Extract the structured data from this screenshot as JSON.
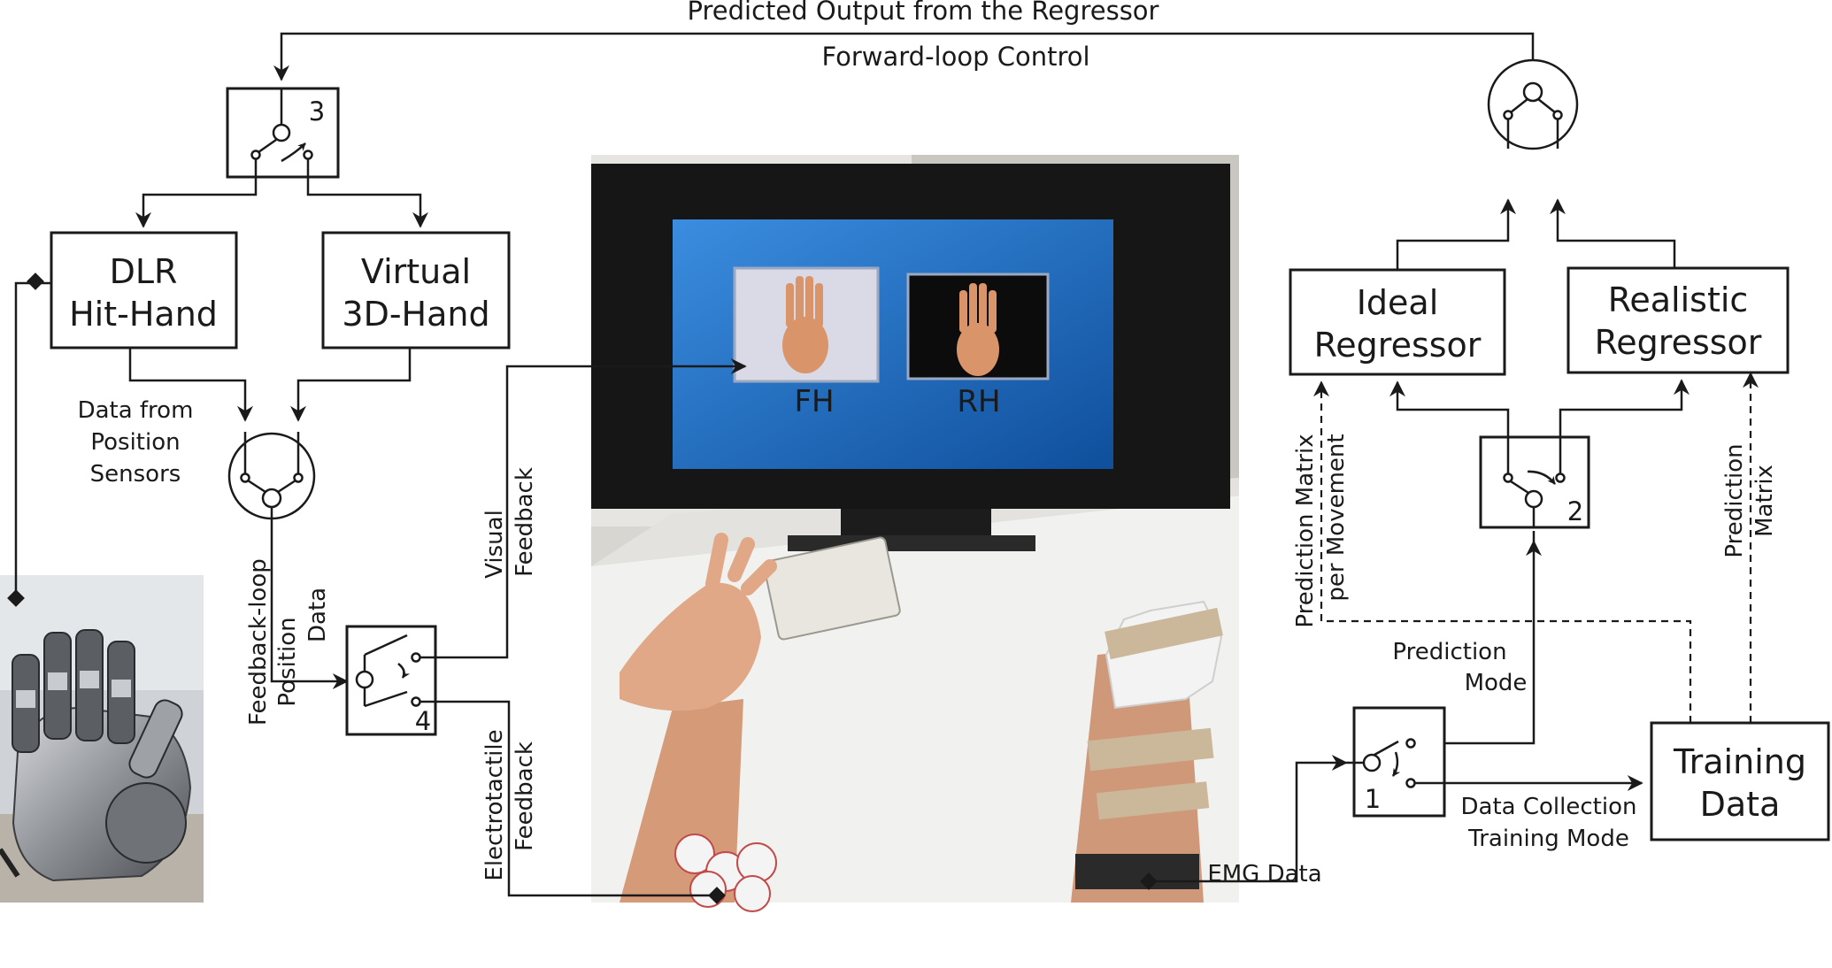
{
  "top": {
    "predicted_output": "Predicted Output from the Regressor",
    "forward_loop": "Forward-loop Control"
  },
  "blocks": {
    "dlr_line1": "DLR",
    "dlr_line2": "Hit-Hand",
    "virtual_line1": "Virtual",
    "virtual_line2": "3D-Hand",
    "ideal_line1": "Ideal",
    "ideal_line2": "Regressor",
    "realistic_line1": "Realistic",
    "realistic_line2": "Regressor",
    "training_line1": "Training",
    "training_line2": "Data"
  },
  "switches": {
    "s1": "1",
    "s2": "2",
    "s3": "3",
    "s4": "4"
  },
  "labels": {
    "data_from_1": "Data from",
    "data_from_2": "Position",
    "data_from_3": "Sensors",
    "feedback_loop": "Feedback-loop",
    "position_1": "Position",
    "position_2": "Data",
    "visual_1": "Visual",
    "visual_2": "Feedback",
    "electrotactile_1": "Electrotactile",
    "electrotactile_2": "Feedback",
    "pred_matrix_mv_1": "Prediction Matrix",
    "pred_matrix_mv_2": "per Movement",
    "pred_matrix_1": "Prediction",
    "pred_matrix_2": "Matrix",
    "prediction_mode_1": "Prediction",
    "prediction_mode_2": "Mode",
    "data_collection_1": "Data Collection",
    "data_collection_2": "Training Mode",
    "emg_data": "EMG Data"
  },
  "screen": {
    "fh": "FH",
    "rh": "RH"
  },
  "colors": {
    "line": "#1a1a1a",
    "screen_blue": "#1d6fc4",
    "monitor": "#161616",
    "hand_skin": "#d9946a",
    "robot_hand": "#8c8f94"
  },
  "icons": {
    "robot_hand_photo": "robot-hand-icon",
    "setup_photo": "monitor-setup-icon"
  }
}
